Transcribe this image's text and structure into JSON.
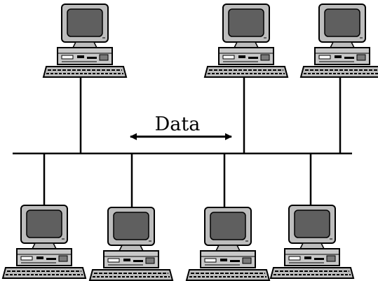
{
  "diagram": {
    "type": "bus-network",
    "data_label": "Data",
    "computer_count": 7,
    "top_row_count": 3,
    "bottom_row_count": 4,
    "colors": {
      "line": "#000000",
      "screen": "#5f5f5f",
      "bezel": "#bdbdbd",
      "body": "#c8c8c8",
      "background": "#ffffff"
    },
    "icons": [
      "desktop-computer-icon",
      "bidirectional-arrow-icon"
    ]
  }
}
